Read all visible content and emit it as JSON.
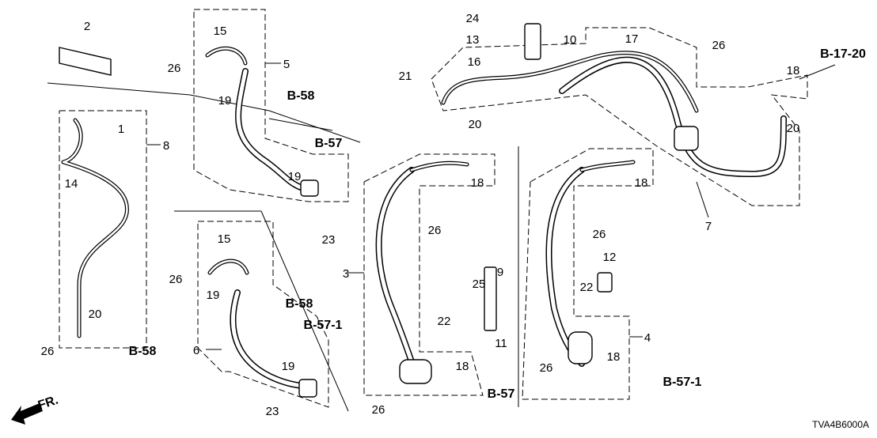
{
  "diagram": {
    "callouts": [
      {
        "text": "2"
      },
      {
        "text": "26"
      },
      {
        "text": "15"
      },
      {
        "text": "5"
      },
      {
        "text": "19"
      },
      {
        "text": "B-58",
        "ref": true
      },
      {
        "text": "1"
      },
      {
        "text": "8"
      },
      {
        "text": "14"
      },
      {
        "text": "B-57",
        "ref": true
      },
      {
        "text": "19"
      },
      {
        "text": "23"
      },
      {
        "text": "15"
      },
      {
        "text": "26"
      },
      {
        "text": "19"
      },
      {
        "text": "B-58",
        "ref": true
      },
      {
        "text": "B-57-1",
        "ref": true
      },
      {
        "text": "20"
      },
      {
        "text": "26"
      },
      {
        "text": "B-58",
        "ref": true
      },
      {
        "text": "6"
      },
      {
        "text": "19"
      },
      {
        "text": "23"
      },
      {
        "text": "24"
      },
      {
        "text": "13"
      },
      {
        "text": "10"
      },
      {
        "text": "17"
      },
      {
        "text": "16"
      },
      {
        "text": "21"
      },
      {
        "text": "20"
      },
      {
        "text": "26"
      },
      {
        "text": "18"
      },
      {
        "text": "B-17-20",
        "ref": true
      },
      {
        "text": "20"
      },
      {
        "text": "18"
      },
      {
        "text": "26"
      },
      {
        "text": "3"
      },
      {
        "text": "9"
      },
      {
        "text": "25"
      },
      {
        "text": "22"
      },
      {
        "text": "11"
      },
      {
        "text": "18"
      },
      {
        "text": "B-57",
        "ref": true
      },
      {
        "text": "26"
      },
      {
        "text": "18"
      },
      {
        "text": "26"
      },
      {
        "text": "7"
      },
      {
        "text": "12"
      },
      {
        "text": "22"
      },
      {
        "text": "4"
      },
      {
        "text": "18"
      },
      {
        "text": "B-57-1",
        "ref": true
      },
      {
        "text": "26"
      }
    ],
    "diagram_code": "TVA4B6000A",
    "front_indicator": "FR."
  }
}
